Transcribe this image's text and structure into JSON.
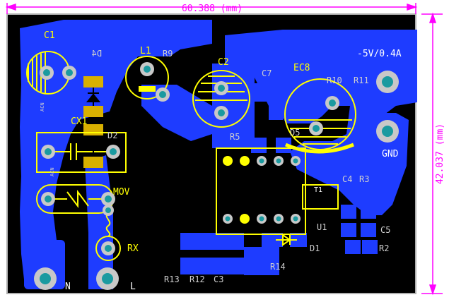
{
  "dimensions": {
    "width_label": "60.388 (mm)",
    "height_label": "42.037 (mm)"
  },
  "colors": {
    "background": "#000000",
    "copper": "#1e3cff",
    "silkscreen": "#ffff00",
    "bottom_silkscreen": "#cfcfcf",
    "dimension": "#ff00ff",
    "outline": "#ffffff",
    "pad_hole": "#1a9aa0",
    "pad_ring": "#c8c8c8"
  },
  "labels": {
    "C1": "C1",
    "D4": "D4",
    "L1": "L1",
    "R9": "R9",
    "C2": "C2",
    "C7": "C7",
    "EC8": "EC8",
    "output": "-5V/0.4A",
    "R11": "R11",
    "R10": "R10",
    "CX1": "CX1",
    "D2": "D2",
    "R5": "R5",
    "D5": "D5",
    "GND": "GND",
    "T1": "T1",
    "R3": "R3",
    "C4": "C4",
    "MOV": "MOV",
    "U1": "U1",
    "C5": "C5",
    "RX": "RX",
    "D1": "D1",
    "R2": "R2",
    "R14": "R14",
    "R13": "R13",
    "R12": "R12",
    "C3": "C3",
    "N": "N",
    "L": "L",
    "ACN1": "ACN",
    "ACN2": "ACN"
  }
}
